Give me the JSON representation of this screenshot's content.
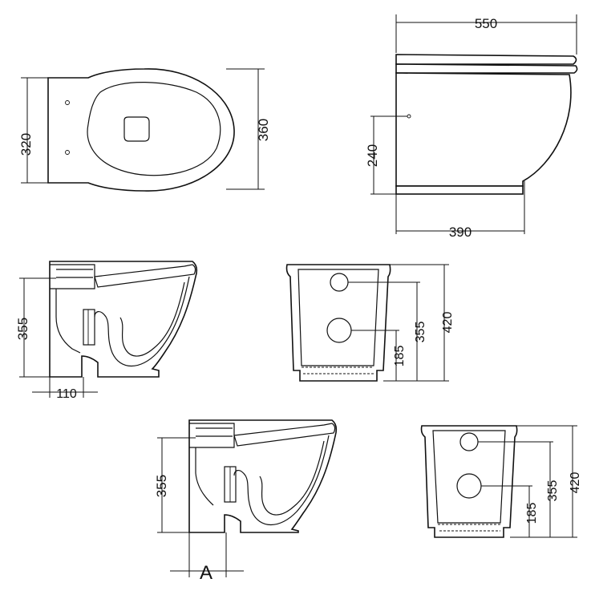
{
  "dimensions": {
    "top_width": "550",
    "top_depth_left": "320",
    "top_depth_right": "360",
    "side_height": "240",
    "side_base": "390",
    "mid_section_height": "355",
    "mid_offset": "110",
    "mid_front_inner": "355",
    "mid_front_lower": "185",
    "mid_front_total": "420",
    "bot_section_height": "355",
    "bot_offset_label": "A",
    "bot_front_lower": "185",
    "bot_front_inner": "355",
    "bot_front_total": "420"
  }
}
